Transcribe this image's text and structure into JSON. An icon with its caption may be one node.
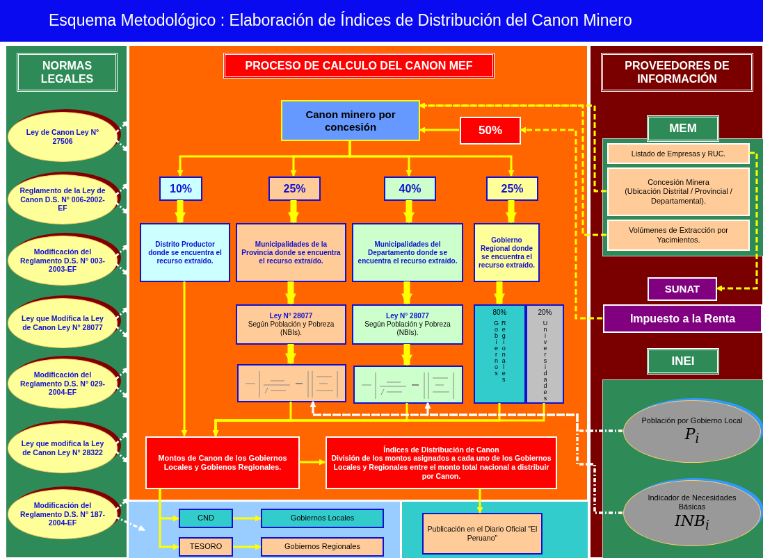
{
  "diagram": {
    "title": "Esquema Metodológico : Elaboración de Índices de Distribución del Canon Minero",
    "nodes": [
      {
        "text": [
          "NORMAS LEGALES"
        ]
      },
      {
        "text": [
          "Ley de Canon Ley N° 27506"
        ],
        "in": 0
      },
      {
        "text": [
          "Reglamento de la Ley de Canon D.S. N° 006-2002-EF"
        ],
        "in": 0
      },
      {
        "text": [
          "Modificación del Reglamento D.S. N° 003-2003-EF"
        ],
        "in": 0
      },
      {
        "text": [
          "Ley que Modifica la Ley de Canon Ley N° 28077"
        ],
        "in": 0
      },
      {
        "text": [
          "Modificación del Reglamento D.S. N° 029-2004-EF"
        ],
        "in": 0
      },
      {
        "text": [
          "Ley que modifica la Ley de Canon Ley N° 28322"
        ],
        "in": 0
      },
      {
        "text": [
          "Modificación del Reglamento D.S. N° 187-2004-EF"
        ],
        "in": 0
      },
      {
        "text": [
          "PROCESO DE CALCULO DEL CANON MEF"
        ]
      },
      {
        "text": [
          "Canon minero por concesión"
        ],
        "in": 8
      },
      {
        "text": [
          "50%"
        ],
        "in": 8
      },
      {
        "text": [
          "10%"
        ],
        "in": 8
      },
      {
        "text": [
          "25%"
        ],
        "in": 8
      },
      {
        "text": [
          "40%"
        ],
        "in": 8
      },
      {
        "text": [
          "25%"
        ],
        "in": 8
      },
      {
        "text": [
          "Distrito Productor donde se encuentra el recurso extraído."
        ],
        "in": 8
      },
      {
        "text": [
          "Municipalidades de la Provincia donde se encuentra el recurso extraído."
        ],
        "in": 8
      },
      {
        "text": [
          "Municipalidades del Departamento donde se encuentra el recurso extraído."
        ],
        "in": 8
      },
      {
        "text": [
          "Gobierno Regional donde se encuentra el recurso extraído."
        ],
        "in": 8
      },
      {
        "text": [
          "Ley N° 28077",
          "Según Población y Pobreza (NBIs)."
        ],
        "in": 8
      },
      {
        "text": [
          "Ley N° 28077",
          "Según Población y Pobreza (NBIs)."
        ],
        "in": 8
      },
      {
        "text": [
          "80%",
          "Gobiernos Regionales"
        ],
        "in": 8
      },
      {
        "text": [
          "20%",
          "Universidades"
        ],
        "in": 8
      },
      {
        "text": [],
        "shape": "picture",
        "in": 8
      },
      {
        "text": [],
        "shape": "picture",
        "in": 8
      },
      {
        "text": [
          "Montos de Canon de los Gobiernos Locales y Gobienos Regionales."
        ],
        "in": 8
      },
      {
        "text": [
          "Índices de Distribución de Canon",
          "División de los montos asignados a cada uno de los Gobiernos Locales y Regionales entre el monto total nacional a distribuir por Canon."
        ],
        "in": 8
      },
      {
        "text": [
          "CND"
        ]
      },
      {
        "text": [
          "TESORO"
        ]
      },
      {
        "text": [
          "Gobiernos Locales"
        ]
      },
      {
        "text": [
          "Gobiernos Regionales"
        ]
      },
      {
        "text": [
          "Publicación en el Diario Oficial \"El Peruano\""
        ]
      },
      {
        "text": [
          "PROVEEDORES DE INFORMACIÓN"
        ]
      },
      {
        "text": [
          "MEM"
        ],
        "in": 32
      },
      {
        "text": [
          "Listado de Empresas y RUC."
        ],
        "in": 33
      },
      {
        "text": [
          "Concesión Minera",
          "(Ubicación Distrital / Provincial / Departamental)."
        ],
        "in": 33
      },
      {
        "text": [
          "Volúmenes de Extracción por Yacimientos."
        ],
        "in": 33
      },
      {
        "text": [
          "SUNAT"
        ],
        "in": 32
      },
      {
        "text": [
          "Impuesto a la Renta"
        ],
        "in": 32
      },
      {
        "text": [
          "INEI"
        ],
        "in": 32
      },
      {
        "text": [
          "Población por Gobierno Local",
          "P$_{i}$"
        ],
        "in": 39
      },
      {
        "text": [
          "Indicador de Necesidades Básicas",
          "INB$_{i}$"
        ],
        "in": 39
      }
    ],
    "edges": [
      {
        "from": 1,
        "to": 8,
        "arrow": "to",
        "style": "dashed",
        "color": "#ffffff"
      },
      {
        "from": 1,
        "to": 8,
        "arrow": "to",
        "style": "dashed",
        "color": "#ffffff"
      },
      {
        "from": 2,
        "to": 8,
        "arrow": "to",
        "style": "dashed",
        "color": "#ffffff"
      },
      {
        "from": 2,
        "to": 8,
        "arrow": "to",
        "style": "dashed",
        "color": "#ffffff"
      },
      {
        "from": 3,
        "to": 8,
        "arrow": "to",
        "style": "dashed",
        "color": "#ffffff"
      },
      {
        "from": 3,
        "to": 8,
        "arrow": "to",
        "style": "dashed",
        "color": "#ffffff"
      },
      {
        "from": 4,
        "to": 8,
        "arrow": "to",
        "style": "dashed",
        "color": "#ffffff"
      },
      {
        "from": 4,
        "to": 8,
        "arrow": "to",
        "style": "dashed",
        "color": "#ffffff"
      },
      {
        "from": 5,
        "to": 8,
        "arrow": "to",
        "style": "dashed",
        "color": "#ffffff"
      },
      {
        "from": 5,
        "to": 8,
        "arrow": "to",
        "style": "dashed",
        "color": "#ffffff"
      },
      {
        "from": 6,
        "to": 8,
        "arrow": "to",
        "style": "dashed",
        "color": "#ffffff"
      },
      {
        "from": 6,
        "to": 8,
        "arrow": "to",
        "style": "dashed",
        "color": "#ffffff"
      },
      {
        "from": 7,
        "to": 8,
        "arrow": "to",
        "style": "dashed",
        "color": "#ffffff"
      },
      {
        "from": 7,
        "to": null,
        "arrow": "to",
        "style": "dashed",
        "color": "#ffffff"
      },
      {
        "from": 10,
        "to": 9,
        "arrow": "to"
      },
      {
        "from": 9,
        "to": 11,
        "arrow": "to"
      },
      {
        "from": 9,
        "to": 12,
        "arrow": "to"
      },
      {
        "from": 9,
        "to": 13,
        "arrow": "to"
      },
      {
        "from": 9,
        "to": 14,
        "arrow": "to"
      },
      {
        "from": 11,
        "to": 15,
        "arrow": "to",
        "style": "thick"
      },
      {
        "from": 12,
        "to": 16,
        "arrow": "to",
        "style": "thick"
      },
      {
        "from": 13,
        "to": 17,
        "arrow": "to",
        "style": "thick"
      },
      {
        "from": 14,
        "to": 18,
        "arrow": "to",
        "style": "thick"
      },
      {
        "from": 16,
        "to": 19,
        "arrow": "to",
        "style": "thick"
      },
      {
        "from": 17,
        "to": 20,
        "arrow": "to",
        "style": "thick"
      },
      {
        "from": 18,
        "to": 21,
        "arrow": "to",
        "style": "thick"
      },
      {
        "from": 19,
        "to": 23,
        "arrow": "to",
        "style": "thick"
      },
      {
        "from": 20,
        "to": 24,
        "arrow": "to",
        "style": "thick"
      },
      {
        "from": 15,
        "to": 25,
        "arrow": "to"
      },
      {
        "from": 23,
        "to": 25,
        "arrow": "to"
      },
      {
        "from": 24,
        "to": 25,
        "arrow": "to"
      },
      {
        "from": 21,
        "to": 25,
        "arrow": "to"
      },
      {
        "from": 22,
        "to": 25,
        "arrow": "to"
      },
      {
        "from": 25,
        "to": 26,
        "arrow": "to"
      },
      {
        "from": 26,
        "to": 31,
        "arrow": "to"
      },
      {
        "from": 25,
        "to": 27,
        "arrow": "to"
      },
      {
        "from": 25,
        "to": 28,
        "arrow": "to"
      },
      {
        "from": 27,
        "to": 29,
        "arrow": "to"
      },
      {
        "from": 28,
        "to": 30,
        "arrow": "to"
      },
      {
        "from": 35,
        "to": 9,
        "arrow": "to",
        "style": "dashed"
      },
      {
        "from": 36,
        "to": 9,
        "arrow": "to",
        "style": "dashed"
      },
      {
        "from": 38,
        "to": 10,
        "arrow": "to",
        "style": "dashed"
      },
      {
        "from": 34,
        "to": 37,
        "arrow": "to",
        "style": "dashed"
      },
      {
        "from": 40,
        "to": 23,
        "arrow": "to",
        "style": "dashed",
        "color": "#ffffff"
      },
      {
        "from": 40,
        "to": 24,
        "arrow": "to",
        "style": "dashed",
        "color": "#ffffff"
      },
      {
        "from": 41,
        "to": 23,
        "arrow": "to",
        "style": "dashed",
        "color": "#ffffff"
      },
      {
        "from": 41,
        "to": 24,
        "arrow": "to",
        "style": "dashed",
        "color": "#ffffff"
      }
    ]
  }
}
